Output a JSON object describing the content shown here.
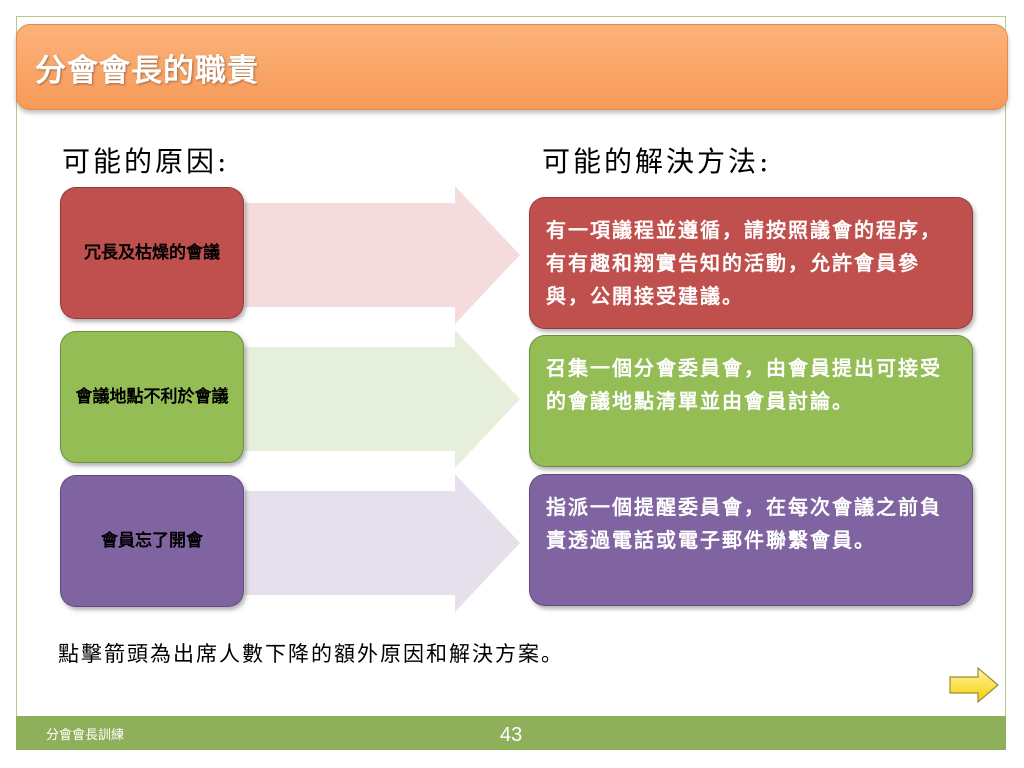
{
  "slide": {
    "title": "分會會長的職責",
    "causes_heading": "可能的原因:",
    "solutions_heading": "可能的解決方法:",
    "rows": [
      {
        "cause": "冗長及枯燥的會議",
        "solution": "有一項議程並遵循，請按照議會的程序，有有趣和翔實告知的活動，允許會員參與，公開接受建議。",
        "color": "#c0504d"
      },
      {
        "cause": "會議地點不利於會議",
        "solution": "召集一個分會委員會，由會員提出可接受的會議地點清單並由會員討論。",
        "color": "#94bd55"
      },
      {
        "cause": "會員忘了開會",
        "solution": "指派一個提醒委員會，在每次會議之前負責透過電話或電子郵件聯繫會員。",
        "color": "#8064a2"
      }
    ],
    "note": "點擊箭頭為出席人數下降的額外原因和解決方案。",
    "next_button_icon": "next-arrow-icon"
  },
  "footer": {
    "left_text": "分會會長訓練",
    "page_number": "43",
    "color": "#8fb05a"
  },
  "colors": {
    "title_bar": "#f79a58",
    "red": "#c0504d",
    "green": "#94bd55",
    "purple": "#8064a2"
  }
}
